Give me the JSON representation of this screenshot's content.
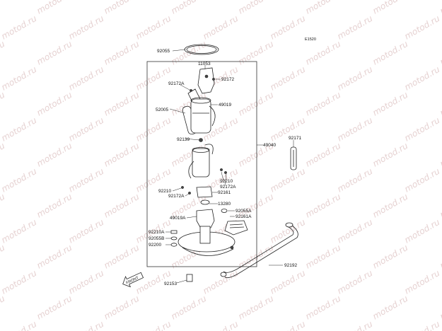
{
  "diagram": {
    "code": "E1520",
    "watermark": "motod.ru",
    "front_tag": "FRONT",
    "labels": [
      {
        "id": "92055",
        "text": "92055"
      },
      {
        "id": "11053",
        "text": "11053"
      },
      {
        "id": "92172-top",
        "text": "92172"
      },
      {
        "id": "92172A-left",
        "text": "92172A"
      },
      {
        "id": "52005",
        "text": "52005"
      },
      {
        "id": "49019",
        "text": "49019"
      },
      {
        "id": "92139",
        "text": "92139"
      },
      {
        "id": "49040",
        "text": "49040"
      },
      {
        "id": "92171",
        "text": "92171"
      },
      {
        "id": "92210-right",
        "text": "92210"
      },
      {
        "id": "92172A-right",
        "text": "92172A"
      },
      {
        "id": "92210-left",
        "text": "92210"
      },
      {
        "id": "92161",
        "text": "92161"
      },
      {
        "id": "92172A-mid",
        "text": "92172A"
      },
      {
        "id": "13280",
        "text": "13280"
      },
      {
        "id": "92055A",
        "text": "92055A"
      },
      {
        "id": "92161A",
        "text": "92161A"
      },
      {
        "id": "49019A",
        "text": "49019A"
      },
      {
        "id": "92210A",
        "text": "92210A"
      },
      {
        "id": "92055B",
        "text": "92055B"
      },
      {
        "id": "92200",
        "text": "92200"
      },
      {
        "id": "92192",
        "text": "92192"
      },
      {
        "id": "92153",
        "text": "92153"
      }
    ]
  }
}
